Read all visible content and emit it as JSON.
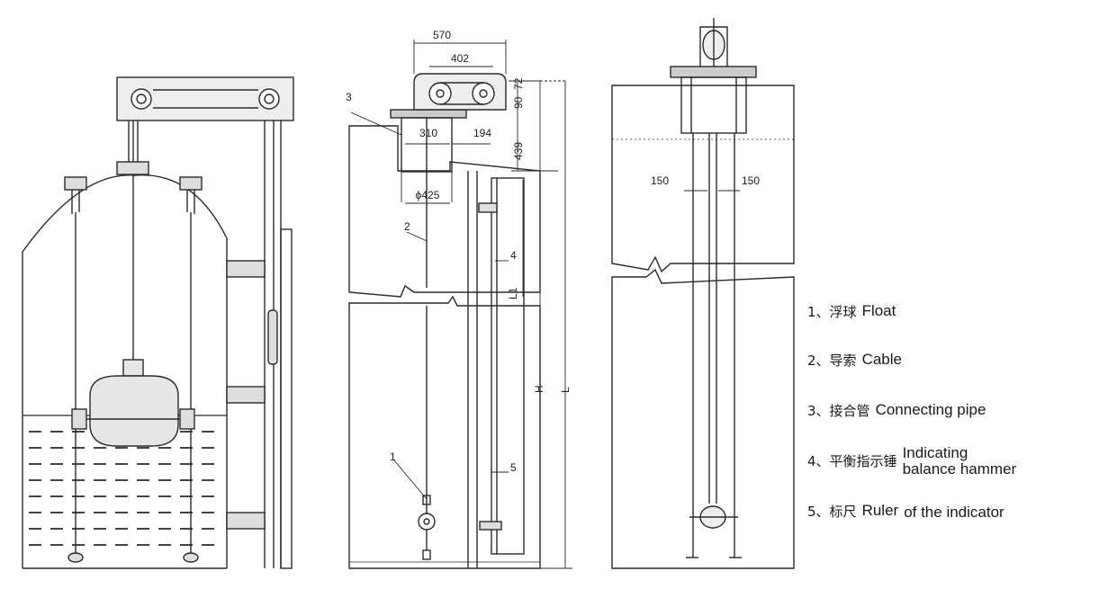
{
  "dimensions": {
    "d570": "570",
    "d402": "402",
    "d90": "90",
    "d72": "72",
    "d310": "310",
    "d194": "194",
    "d439": "439",
    "d425": "ϕ425",
    "d150a": "150",
    "d150b": "150",
    "L1": "L1",
    "H": "H",
    "L": "L"
  },
  "callouts": {
    "c1": "1",
    "c2": "2",
    "c3": "3",
    "c4": "4",
    "c5": "5"
  },
  "legend": [
    {
      "num": "1、",
      "cn": "浮球",
      "en": "Float"
    },
    {
      "num": "2、",
      "cn": "导索",
      "en": "Cable"
    },
    {
      "num": "3、",
      "cn": "接合管",
      "en": "Connecting pipe"
    },
    {
      "num": "4、",
      "cn": "平衡指示锤",
      "en": "Indicating",
      "en2": "balance hammer"
    },
    {
      "num": "5、",
      "cn": "标尺",
      "en": "Ruler",
      "en2": "of the indicator"
    }
  ],
  "colors": {
    "line": "#2a2a2a",
    "fill": "#e6e6e6",
    "liquid": "#444444"
  }
}
